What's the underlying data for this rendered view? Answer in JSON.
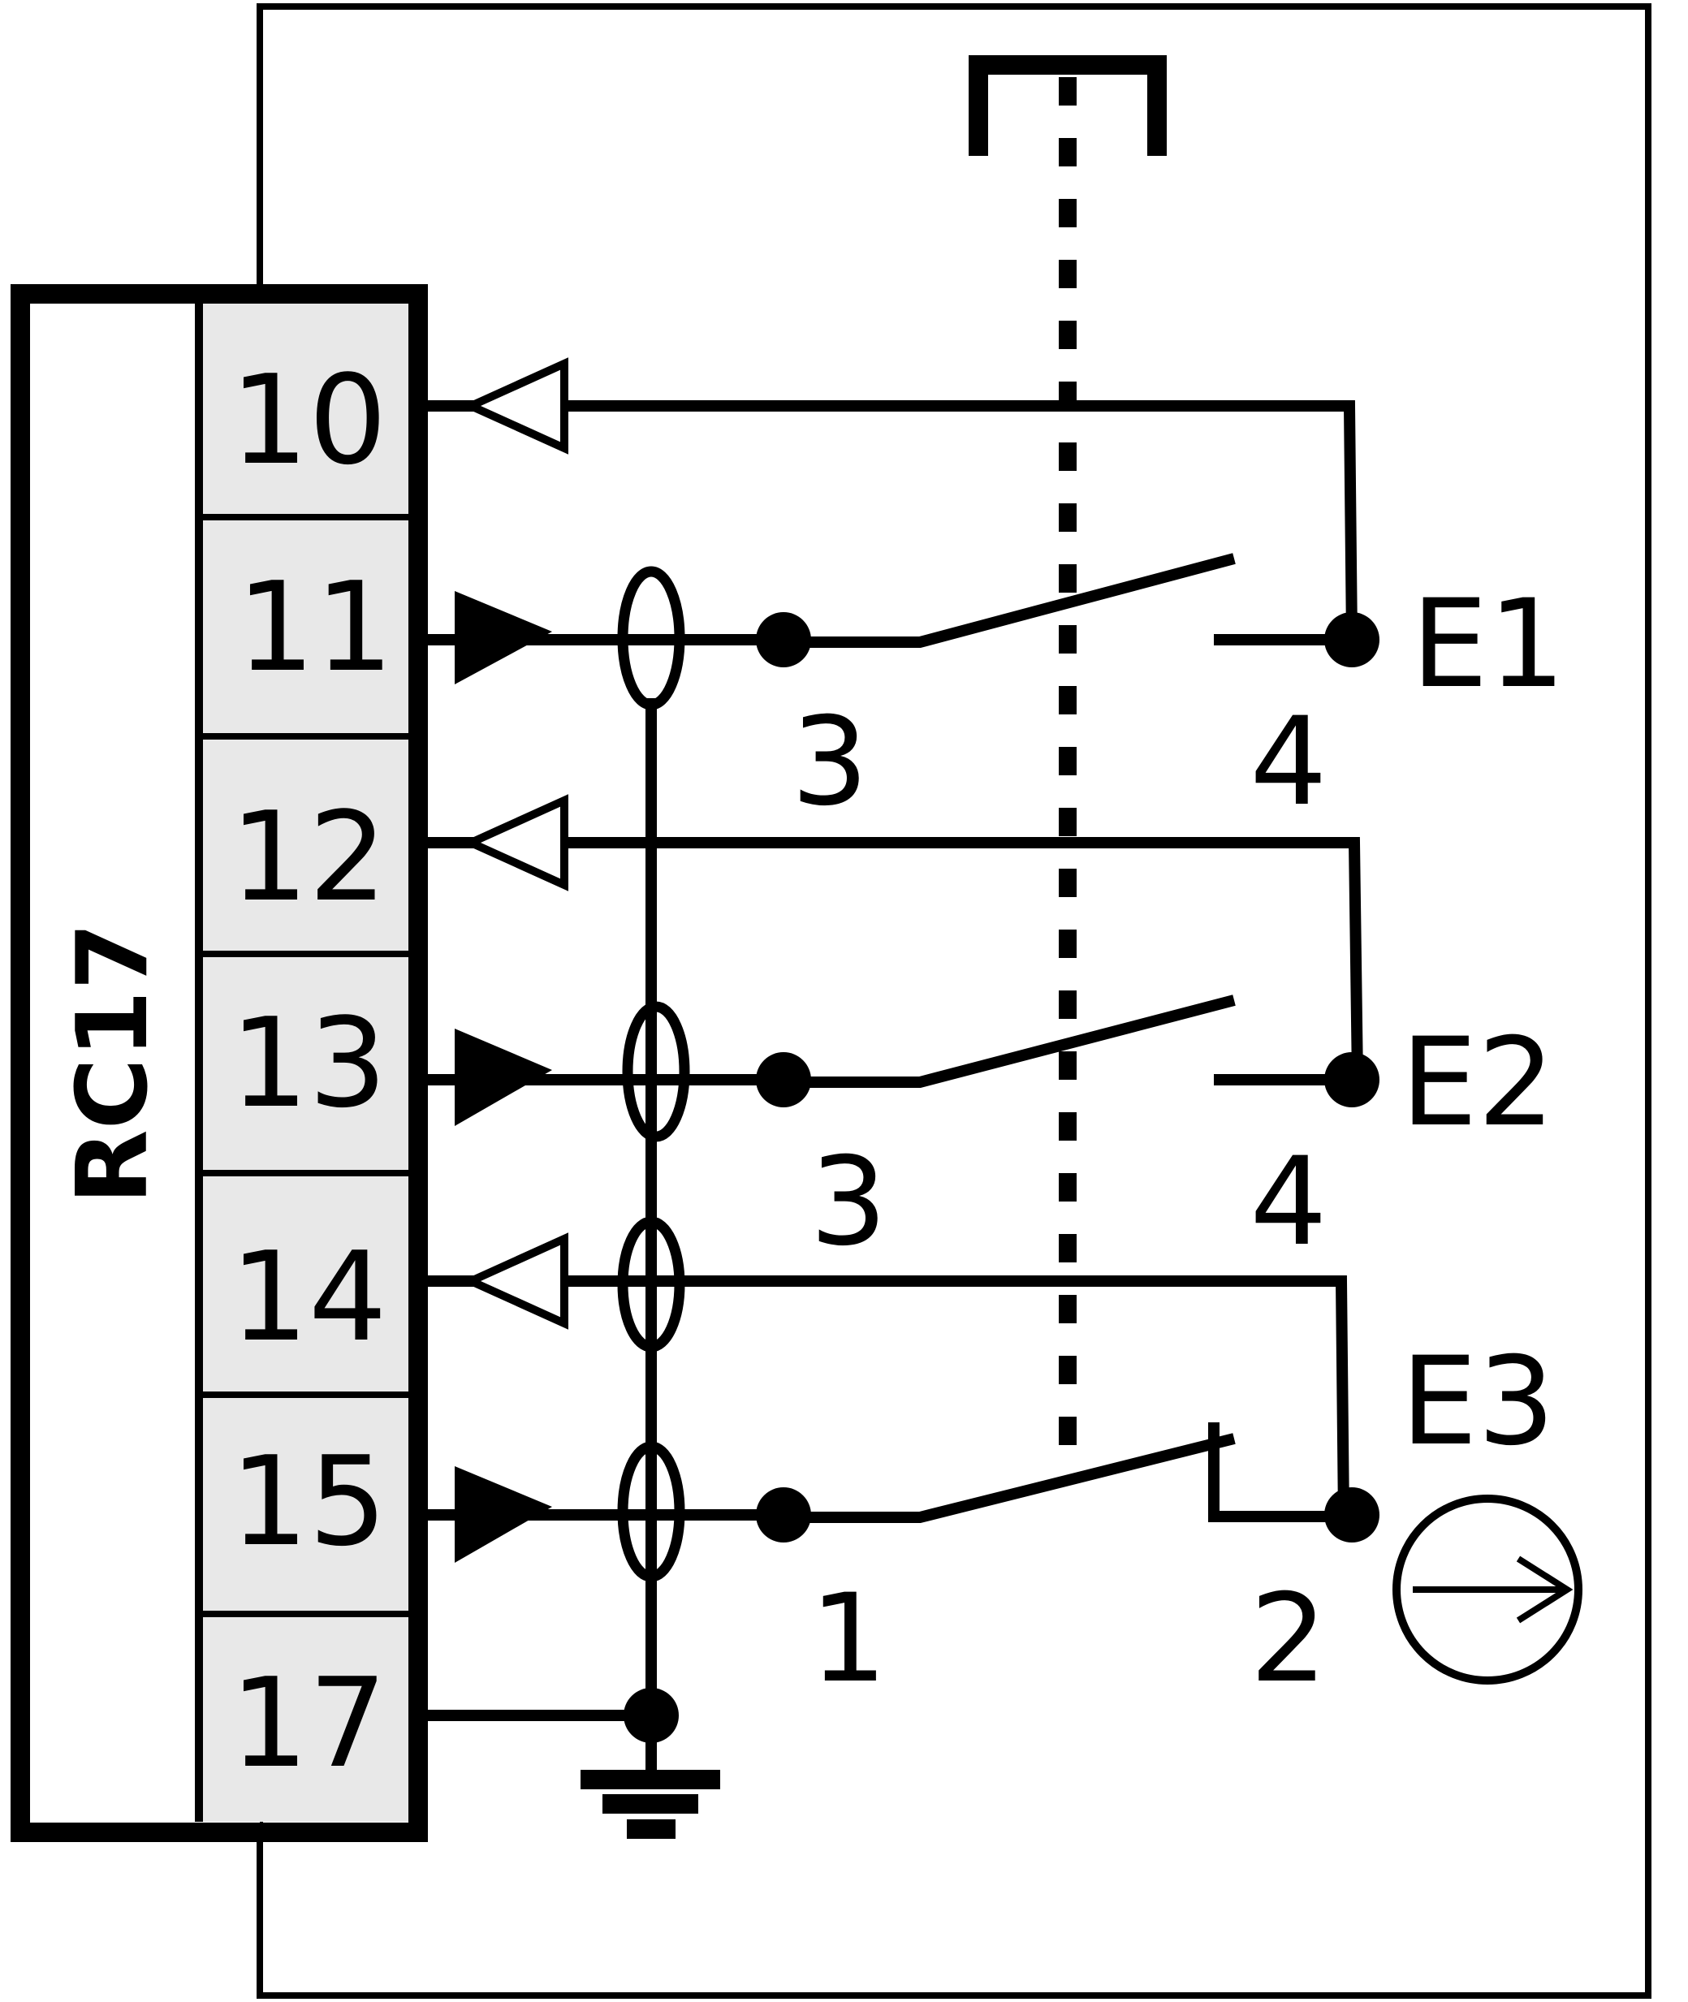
{
  "device": {
    "name": "RC17",
    "terminals": [
      "10",
      "11",
      "12",
      "13",
      "14",
      "15",
      "17"
    ]
  },
  "contacts": [
    {
      "name": "E1",
      "pin_a": "3",
      "pin_b": "4"
    },
    {
      "name": "E2",
      "pin_a": "3",
      "pin_b": "4"
    },
    {
      "name": "E3",
      "pin_a": "1",
      "pin_b": "2"
    }
  ],
  "symbols": {
    "ground": "ground-icon",
    "direction": "circled-arrow-icon"
  }
}
